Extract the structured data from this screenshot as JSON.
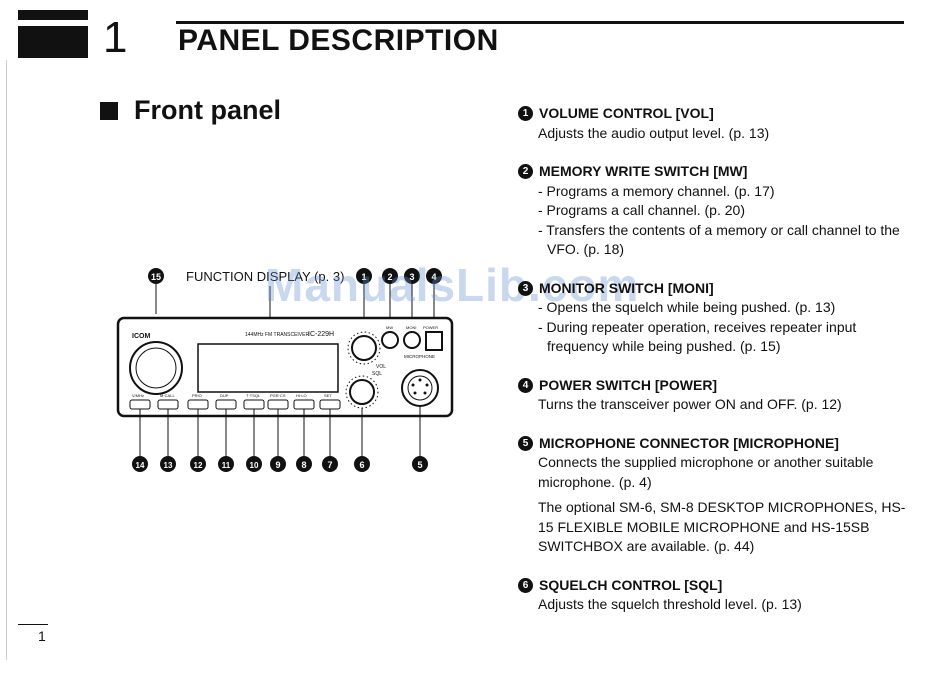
{
  "chapter": {
    "number": "1",
    "title": "PANEL DESCRIPTION"
  },
  "section": {
    "title": "Front panel"
  },
  "diagram": {
    "callout_15_label": "FUNCTION DISPLAY (p. 3)",
    "model": "IC-229H",
    "brand": "ICOM",
    "subtitle": "144MHz FM TRANSCEIVER",
    "knob_labels": [
      "VOL",
      "SQL"
    ],
    "mic_label": "MICROPHONE",
    "button_labels": [
      "MW",
      "MONI",
      "POWER"
    ],
    "key_labels": [
      "V/MHz",
      "M·CALL",
      "PRIO",
      "DUP",
      "T·TSQL",
      "PGR·CS",
      "HI·LO",
      "SET"
    ],
    "bottom_callouts": [
      "14",
      "13",
      "12",
      "11",
      "10",
      "9",
      "8",
      "7",
      "6",
      "5"
    ],
    "top_callouts": [
      "1",
      "2",
      "3",
      "4"
    ]
  },
  "items": [
    {
      "num": "1",
      "heading": "VOLUME CONTROL [VOL]",
      "lines": [
        "Adjusts the audio output level. (p. 13)"
      ]
    },
    {
      "num": "2",
      "heading": "MEMORY WRITE SWITCH [MW]",
      "bullets": [
        "- Programs a memory channel. (p. 17)",
        "- Programs a call channel. (p. 20)",
        "- Transfers the contents of a memory or call channel to the VFO. (p. 18)"
      ]
    },
    {
      "num": "3",
      "heading": "MONITOR SWITCH [MONI]",
      "bullets": [
        "- Opens the squelch while being pushed. (p. 13)",
        "- During repeater operation, receives repeater input frequency while being pushed. (p. 15)"
      ]
    },
    {
      "num": "4",
      "heading": "POWER SWITCH [POWER]",
      "lines": [
        "Turns the transceiver power ON and OFF. (p. 12)"
      ]
    },
    {
      "num": "5",
      "heading": "MICROPHONE CONNECTOR [MICROPHONE]",
      "lines": [
        "Connects the supplied microphone or another suitable microphone. (p. 4)"
      ],
      "extra": "The optional SM-6, SM-8 DESKTOP MICROPHONES, HS-15 FLEXIBLE MOBILE MICROPHONE and HS-15SB SWITCHBOX are available. (p. 44)"
    },
    {
      "num": "6",
      "heading": "SQUELCH CONTROL [SQL]",
      "lines": [
        "Adjusts the squelch threshold level. (p. 13)"
      ]
    }
  ],
  "page_number": "1",
  "watermark": "ManualsLib.com"
}
